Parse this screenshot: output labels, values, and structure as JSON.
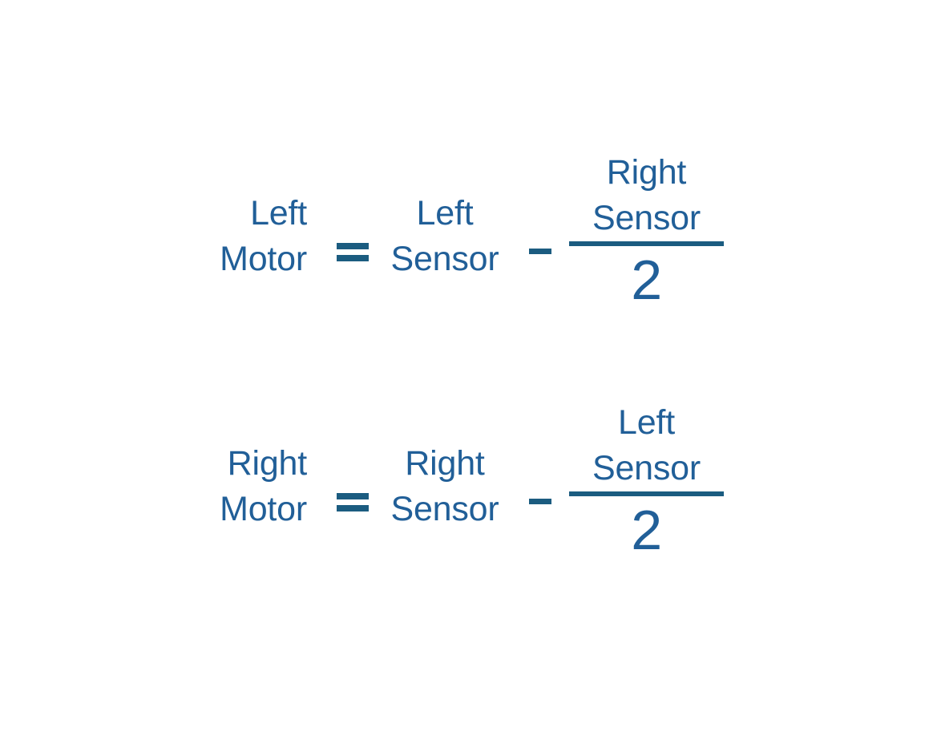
{
  "background_color": "#ffffff",
  "text_color": "#215f98",
  "rule_color": "#1b5c80",
  "equations": [
    {
      "id": "left-motor-equation",
      "lhs": {
        "line1": "Left",
        "line2": "Motor"
      },
      "operator_equals": "=",
      "mid": {
        "line1": "Left",
        "line2": "Sensor"
      },
      "operator_minus": "−",
      "fraction": {
        "numerator": {
          "line1": "Right",
          "line2": "Sensor"
        },
        "denominator": "2"
      },
      "plain_text": "Left Motor = Left Sensor - (Right Sensor / 2)"
    },
    {
      "id": "right-motor-equation",
      "lhs": {
        "line1": "Right",
        "line2": "Motor"
      },
      "operator_equals": "=",
      "mid": {
        "line1": "Right",
        "line2": "Sensor"
      },
      "operator_minus": "−",
      "fraction": {
        "numerator": {
          "line1": "Left",
          "line2": "Sensor"
        },
        "denominator": "2"
      },
      "plain_text": "Right Motor = Right Sensor - (Left Sensor / 2)"
    }
  ]
}
